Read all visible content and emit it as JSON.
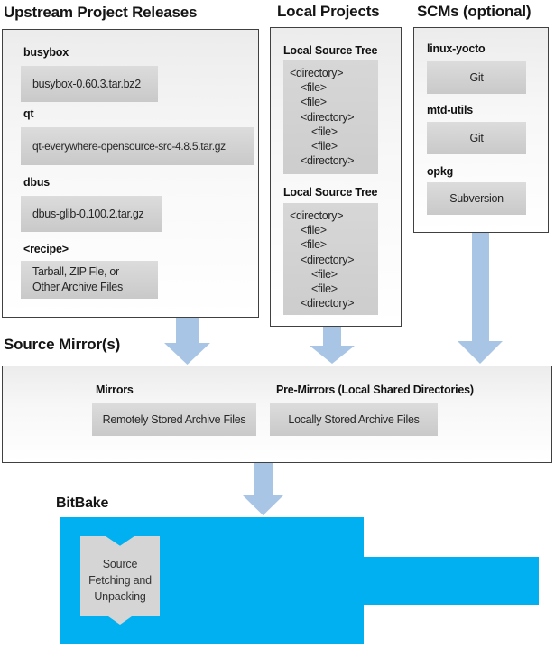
{
  "sections": {
    "upstream": {
      "title": "Upstream Project Releases",
      "items": [
        {
          "label": "busybox",
          "value": "busybox-0.60.3.tar.bz2"
        },
        {
          "label": "qt",
          "value": "qt-everywhere-opensource-src-4.8.5.tar.gz"
        },
        {
          "label": "dbus",
          "value": "dbus-glib-0.100.2.tar.gz"
        },
        {
          "label": "<recipe>",
          "value_lines": [
            "Tarball, ZIP Fle, or",
            "Other Archive Files"
          ]
        }
      ]
    },
    "local_projects": {
      "title": "Local Projects",
      "trees": [
        {
          "title": "Local Source Tree",
          "entries": [
            {
              "text": "<directory>",
              "level": 0
            },
            {
              "text": "<file>",
              "level": 1
            },
            {
              "text": "<file>",
              "level": 1
            },
            {
              "text": "<directory>",
              "level": 1
            },
            {
              "text": "<file>",
              "level": 2
            },
            {
              "text": "<file>",
              "level": 2
            },
            {
              "text": "<directory>",
              "level": 1
            }
          ]
        },
        {
          "title": "Local Source Tree",
          "entries": [
            {
              "text": "<directory>",
              "level": 0
            },
            {
              "text": "<file>",
              "level": 1
            },
            {
              "text": "<file>",
              "level": 1
            },
            {
              "text": "<directory>",
              "level": 1
            },
            {
              "text": "<file>",
              "level": 2
            },
            {
              "text": "<file>",
              "level": 2
            },
            {
              "text": "<directory>",
              "level": 1
            }
          ]
        }
      ]
    },
    "scms": {
      "title": "SCMs (optional)",
      "items": [
        {
          "label": "linux-yocto",
          "value": "Git"
        },
        {
          "label": "mtd-utils",
          "value": "Git"
        },
        {
          "label": "opkg",
          "value": "Subversion"
        }
      ]
    },
    "source_mirrors": {
      "title": "Source Mirror(s)",
      "items": [
        {
          "label": "Mirrors",
          "value": "Remotely Stored Archive Files"
        },
        {
          "label": "Pre-Mirrors (Local Shared Directories)",
          "value": "Locally Stored Archive Files"
        }
      ]
    },
    "bitbake": {
      "title": "BitBake",
      "step_lines": [
        "Source",
        "Fetching and",
        "Unpacking"
      ]
    }
  },
  "connectors": [
    {
      "icon": "down-arrow",
      "from": "Upstream Project Releases",
      "to": "Source Mirror(s)"
    },
    {
      "icon": "down-arrow",
      "from": "Local Projects",
      "to": "Source Mirror(s)"
    },
    {
      "icon": "down-arrow",
      "from": "SCMs (optional)",
      "to": "Source Mirror(s)"
    },
    {
      "icon": "down-arrow",
      "from": "Source Mirror(s)",
      "to": "BitBake"
    }
  ],
  "colors": {
    "bitbake_blue": "#00b0f0",
    "arrow_blue": "#a8c5e5",
    "box_gray": "#d2d2d2",
    "panel_border": "#404040"
  }
}
